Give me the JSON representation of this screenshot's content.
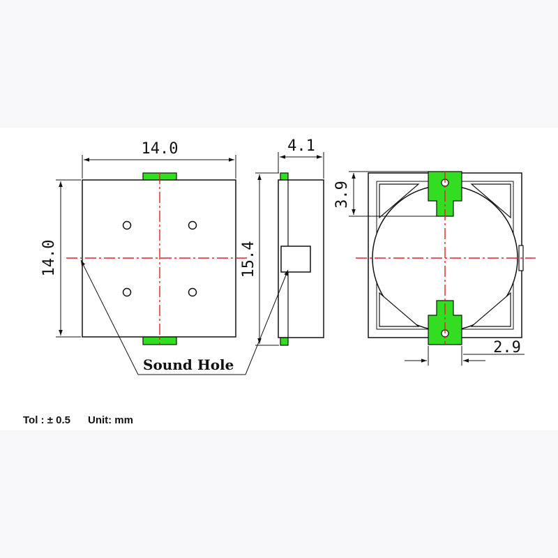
{
  "dimensions": {
    "front_width": "14.0",
    "front_height": "14.0",
    "side_depth": "4.1",
    "side_pad_span": "15.4",
    "back_pad_length": "3.9",
    "back_pad_offset": "2.9"
  },
  "labels": {
    "sound_hole": "Sound Hole"
  },
  "spec": {
    "tolerance": "Tol : ± 0.5",
    "unit": "Unit: mm"
  },
  "colors": {
    "pad": "#33dd22",
    "centerline": "#e82020",
    "outline": "#111111"
  }
}
